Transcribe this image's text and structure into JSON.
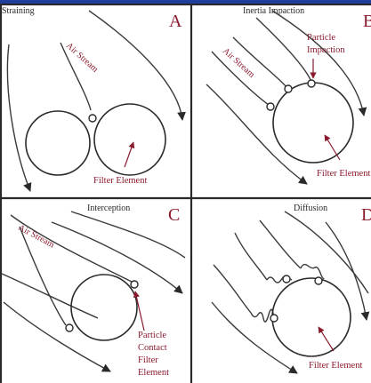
{
  "colors": {
    "ink": "#2a2a2a",
    "label": "#8b1a2e",
    "topbar": "#1f3f9e"
  },
  "panels": {
    "a": {
      "title": "Straining",
      "letter": "A",
      "stream_label": "Air Stream",
      "element_label": "Filter Element"
    },
    "b": {
      "title": "Inertia Impaction",
      "letter": "B",
      "stream_label": "Air Stream",
      "particle_label_1": "Particle",
      "particle_label_2": "Impaction",
      "element_label": "Filter Element"
    },
    "c": {
      "title": "Interception",
      "letter": "C",
      "stream_label": "Air Stream",
      "particle_label_1": "Particle",
      "particle_label_2": "Contact",
      "particle_label_3": "Filter",
      "particle_label_4": "Element"
    },
    "d": {
      "title": "Diffusion",
      "letter": "D",
      "element_label": "Filter Element"
    }
  }
}
